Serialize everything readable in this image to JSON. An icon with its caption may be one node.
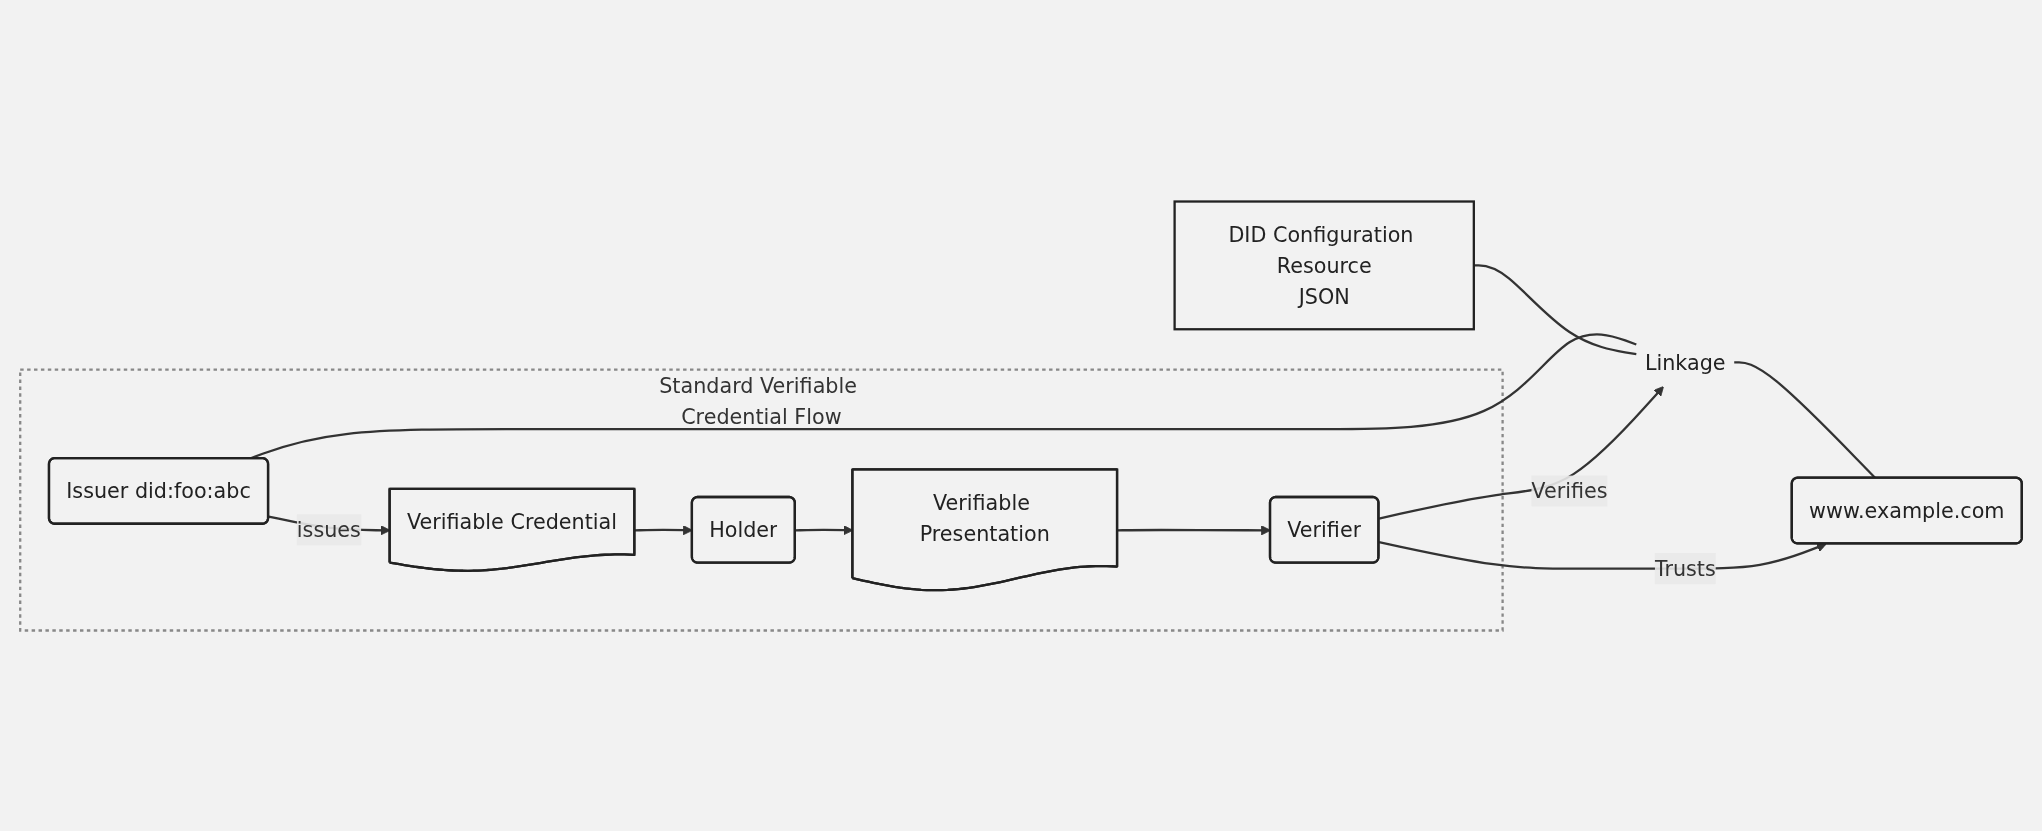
{
  "diagram": {
    "nodes": [
      {
        "text": [
          "Standard Verifiable Credential Flow"
        ]
      },
      {
        "text": [
          "Issuer did:foo:abc"
        ],
        "in": 0
      },
      {
        "text": [
          "Holder"
        ],
        "in": 0
      },
      {
        "text": [
          "Verifiable Credential"
        ],
        "in": 0
      },
      {
        "text": [
          "Verifiable Presentation"
        ],
        "in": 0
      },
      {
        "text": [
          "Verifier"
        ],
        "in": 0
      },
      {
        "text": [
          "DID Configuration Resource",
          "JSON"
        ]
      },
      {
        "text": [
          "www.example.com"
        ]
      },
      {
        "text": [
          "Linkage"
        ]
      }
    ],
    "edges": [
      {
        "from": 1,
        "to": 3,
        "arrow": "to",
        "label": "issues"
      },
      {
        "from": 3,
        "to": 2,
        "arrow": "to"
      },
      {
        "from": 2,
        "to": 4,
        "arrow": "to"
      },
      {
        "from": 4,
        "to": 5,
        "arrow": "to"
      },
      {
        "from": 1,
        "to": 8,
        "arrow": "none"
      },
      {
        "from": 8,
        "to": 7,
        "arrow": "none"
      },
      {
        "from": 6,
        "to": 8,
        "arrow": "none"
      },
      {
        "from": 5,
        "to": 8,
        "arrow": "to",
        "label": "Verifies"
      },
      {
        "from": 5,
        "to": 7,
        "arrow": "to",
        "label": "Trusts"
      }
    ]
  }
}
